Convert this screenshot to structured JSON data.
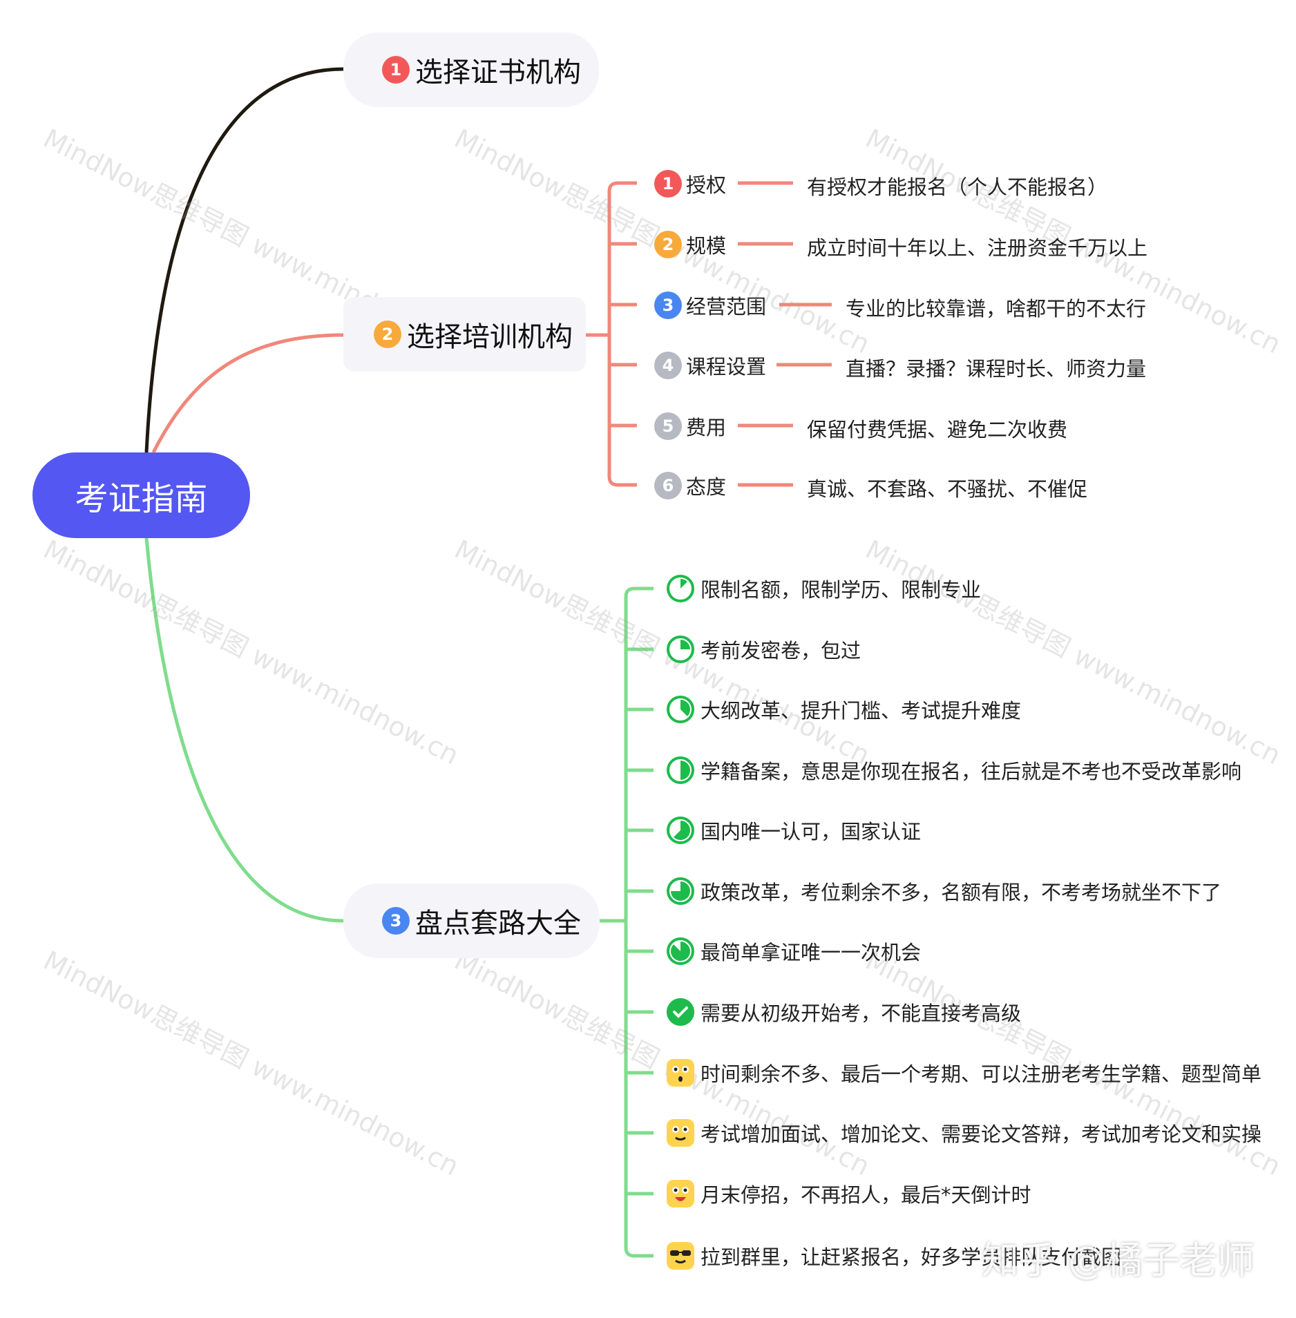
{
  "root": {
    "label": "考证指南"
  },
  "branches": [
    {
      "number": "1",
      "label": "选择证书机构",
      "color": "#1f1a10",
      "badge_color": "#f25858"
    },
    {
      "number": "2",
      "label": "选择培训机构",
      "color": "#f0877a",
      "badge_color": "#f7a93b",
      "items": [
        {
          "number": "1",
          "label": "授权",
          "detail": "有授权才能报名（个人不能报名）",
          "badge_color": "#f25858"
        },
        {
          "number": "2",
          "label": "规模",
          "detail": "成立时间十年以上、注册资金千万以上",
          "badge_color": "#f7a93b"
        },
        {
          "number": "3",
          "label": "经营范围",
          "detail": "专业的比较靠谱，啥都干的不太行",
          "badge_color": "#4a86f0"
        },
        {
          "number": "4",
          "label": "课程设置",
          "detail": "直播？录播？课程时长、师资力量",
          "badge_color": "#b6b9c2"
        },
        {
          "number": "5",
          "label": "费用",
          "detail": "保留付费凭据、避免二次收费",
          "badge_color": "#b6b9c2"
        },
        {
          "number": "6",
          "label": "态度",
          "detail": "真诚、不套路、不骚扰、不催促",
          "badge_color": "#b6b9c2"
        }
      ]
    },
    {
      "number": "3",
      "label": "盘点套路大全",
      "color": "#7fdc8c",
      "badge_color": "#4a86f0",
      "items": [
        {
          "label": "限制名额，限制学历、限制专业",
          "icon": "progress-1-8-icon",
          "progress": 0.125
        },
        {
          "label": "考前发密卷，包过",
          "icon": "progress-2-8-icon",
          "progress": 0.25
        },
        {
          "label": "大纲改革、提升门槛、考试提升难度",
          "icon": "progress-3-8-icon",
          "progress": 0.375
        },
        {
          "label": "学籍备案，意思是你现在报名，往后就是不考也不受改革影响",
          "icon": "progress-4-8-icon",
          "progress": 0.5
        },
        {
          "label": "国内唯一认可，国家认证",
          "icon": "progress-5-8-icon",
          "progress": 0.625
        },
        {
          "label": "政策改革，考位剩余不多，名额有限，不考考场就坐不下了",
          "icon": "progress-6-8-icon",
          "progress": 0.75
        },
        {
          "label": "最简单拿证唯一一次机会",
          "icon": "progress-7-8-icon",
          "progress": 0.875
        },
        {
          "label": "需要从初级开始考，不能直接考高级",
          "icon": "check-done-icon",
          "progress": 1.0
        },
        {
          "label": "时间剩余不多、最后一个考期、可以注册老考生学籍、题型简单",
          "icon": "surprised-face-icon"
        },
        {
          "label": "考试增加面试、增加论文、需要论文答辩，考试加考论文和实操",
          "icon": "smile-face-icon"
        },
        {
          "label": "月末停招，不再招人，最后*天倒计时",
          "icon": "laugh-face-icon"
        },
        {
          "label": "拉到群里，让赶紧报名，好多学员排队支付截图",
          "icon": "sunglasses-face-icon"
        }
      ]
    }
  ],
  "watermark": {
    "text": "MindNow思维导图  www.mindnow.cn"
  },
  "credit": {
    "text": "知乎 @橘子老师"
  },
  "colors": {
    "root": "#5457f2",
    "green": "#1dbb4c",
    "face": "#ffd34d"
  }
}
